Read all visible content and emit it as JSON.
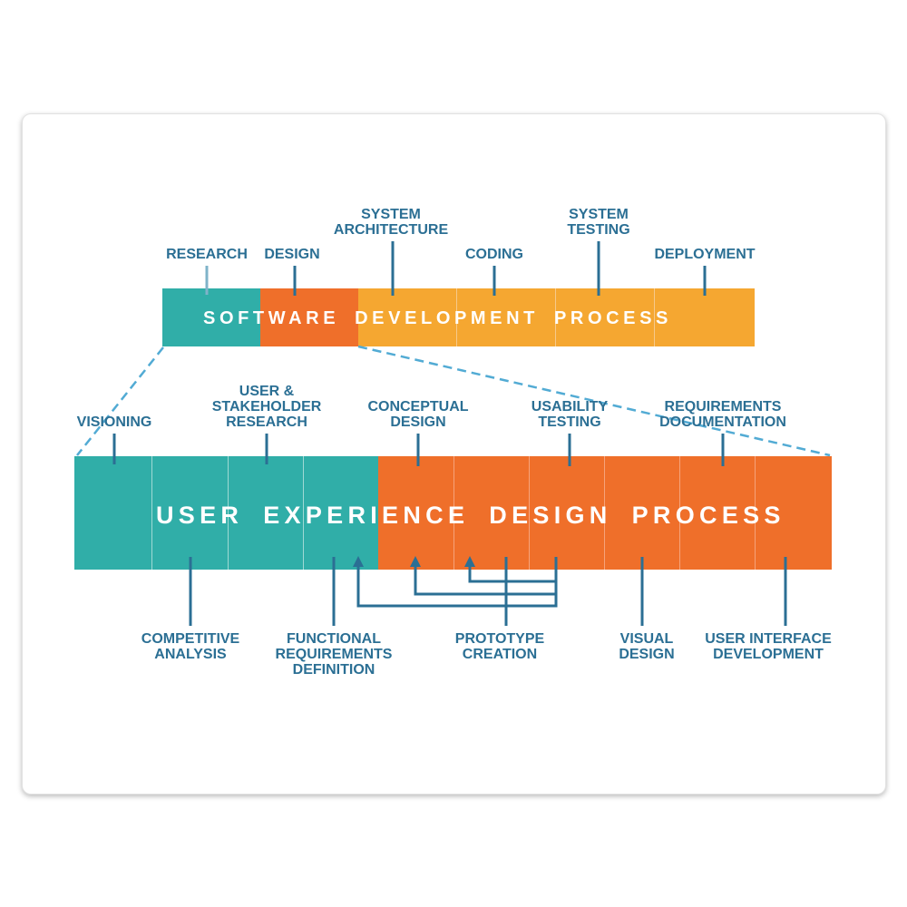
{
  "colors": {
    "teal": "#30aea8",
    "orange": "#ef6f2a",
    "amber": "#f5a731",
    "line": "#2b6f94",
    "dash": "#52abd4",
    "divider": "#f6c98a",
    "divider_dark": "#9fd9d4"
  },
  "top_bar": {
    "words": [
      "SOFTWARE",
      "DEVELOPMENT",
      "PROCESS"
    ],
    "labels": [
      {
        "lines": [
          "RESEARCH"
        ]
      },
      {
        "lines": [
          "DESIGN"
        ]
      },
      {
        "lines": [
          "SYSTEM",
          "ARCHITECTURE"
        ]
      },
      {
        "lines": [
          "CODING"
        ]
      },
      {
        "lines": [
          "SYSTEM",
          "TESTING"
        ]
      },
      {
        "lines": [
          "DEPLOYMENT"
        ]
      }
    ]
  },
  "bottom_bar": {
    "words": [
      "USER",
      "EXPERIENCE",
      "DESIGN",
      "PROCESS"
    ],
    "labels_above": [
      {
        "lines": [
          "VISIONING"
        ]
      },
      {
        "lines": [
          "USER &",
          "STAKEHOLDER",
          "RESEARCH"
        ]
      },
      {
        "lines": [
          "CONCEPTUAL",
          "DESIGN"
        ]
      },
      {
        "lines": [
          "USABILITY",
          "TESTING"
        ]
      },
      {
        "lines": [
          "REQUIREMENTS",
          "DOCUMENTATION"
        ]
      }
    ],
    "labels_below": [
      {
        "lines": [
          "COMPETITIVE",
          "ANALYSIS"
        ]
      },
      {
        "lines": [
          "FUNCTIONAL",
          "REQUIREMENTS",
          "DEFINITION"
        ]
      },
      {
        "lines": [
          "PROTOTYPE",
          "CREATION"
        ]
      },
      {
        "lines": [
          "VISUAL",
          "DESIGN"
        ]
      },
      {
        "lines": [
          "USER INTERFACE",
          "DEVELOPMENT"
        ]
      }
    ]
  }
}
